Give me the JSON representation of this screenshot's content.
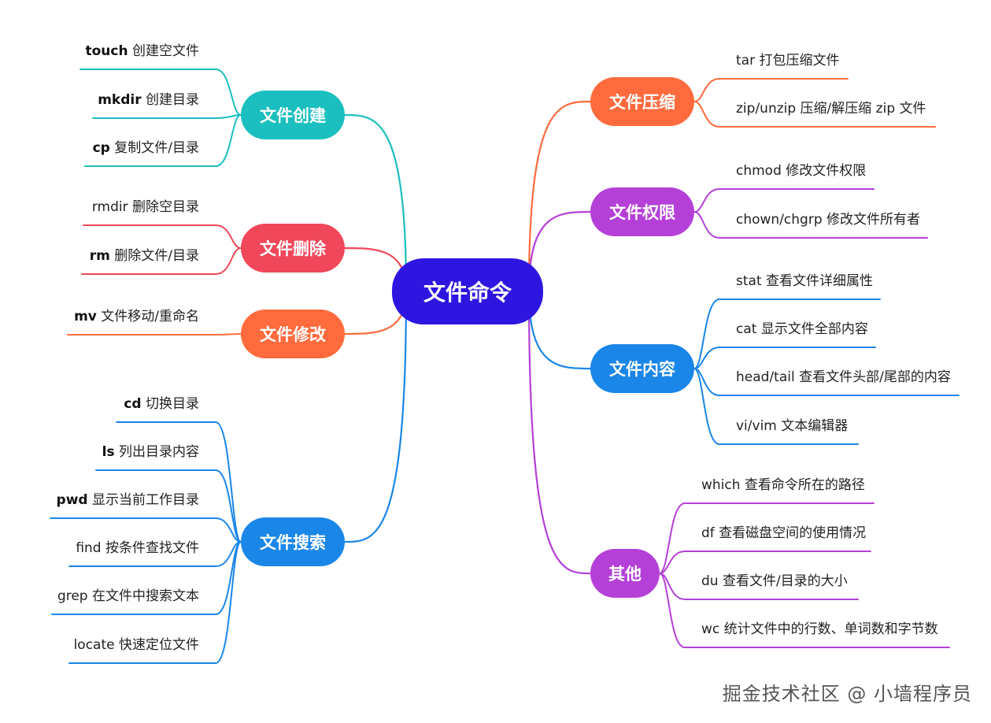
{
  "center": {
    "label": "文件命令",
    "color": "#2e16e0"
  },
  "branches": [
    {
      "label": "文件创建",
      "color": "#1bbfbf",
      "side": "left",
      "leaves": [
        {
          "cmd": "touch",
          "text": " 创建空文件"
        },
        {
          "cmd": "mkdir",
          "text": " 创建目录"
        },
        {
          "cmd": "cp",
          "text": " 复制文件/目录"
        }
      ]
    },
    {
      "label": "文件删除",
      "color": "#f0485a",
      "side": "left",
      "leaves": [
        {
          "cmd": "",
          "text": "rmdir 删除空目录"
        },
        {
          "cmd": "rm",
          "text": " 删除文件/目录"
        }
      ]
    },
    {
      "label": "文件修改",
      "color": "#ff6b3d",
      "side": "left",
      "leaves": [
        {
          "cmd": "mv",
          "text": " 文件移动/重命名"
        }
      ]
    },
    {
      "label": "文件搜索",
      "color": "#1a86e8",
      "side": "left",
      "leaves": [
        {
          "cmd": "cd",
          "text": " 切换目录"
        },
        {
          "cmd": "ls",
          "text": " 列出目录内容"
        },
        {
          "cmd": "pwd",
          "text": " 显示当前工作目录"
        },
        {
          "cmd": "",
          "text": "find 按条件查找文件"
        },
        {
          "cmd": "",
          "text": "grep 在文件中搜索文本"
        },
        {
          "cmd": "",
          "text": "locate 快速定位文件"
        }
      ]
    },
    {
      "label": "文件压缩",
      "color": "#ff6b3d",
      "side": "right",
      "leaves": [
        {
          "cmd": "",
          "text": "tar 打包压缩文件"
        },
        {
          "cmd": "",
          "text": "zip/unzip 压缩/解压缩 zip 文件"
        }
      ]
    },
    {
      "label": "文件权限",
      "color": "#b540d8",
      "side": "right",
      "leaves": [
        {
          "cmd": "",
          "text": "chmod 修改文件权限"
        },
        {
          "cmd": "",
          "text": "chown/chgrp 修改文件所有者"
        }
      ]
    },
    {
      "label": "文件内容",
      "color": "#1a86e8",
      "side": "right",
      "leaves": [
        {
          "cmd": "",
          "text": "stat 查看文件详细属性"
        },
        {
          "cmd": "",
          "text": "cat 显示文件全部内容"
        },
        {
          "cmd": "",
          "text": "head/tail 查看文件头部/尾部的内容"
        },
        {
          "cmd": "",
          "text": "vi/vim 文本编辑器"
        }
      ]
    },
    {
      "label": "其他",
      "color": "#b540d8",
      "side": "right",
      "leaves": [
        {
          "cmd": "",
          "text": "which 查看命令所在的路径"
        },
        {
          "cmd": "",
          "text": "df 查看磁盘空间的使用情况"
        },
        {
          "cmd": "",
          "text": "du 查看文件/目录的大小"
        },
        {
          "cmd": "",
          "text": "wc  统计文件中的行数、单词数和字节数"
        }
      ]
    }
  ],
  "watermark": "掘金技术社区 @ 小墙程序员"
}
